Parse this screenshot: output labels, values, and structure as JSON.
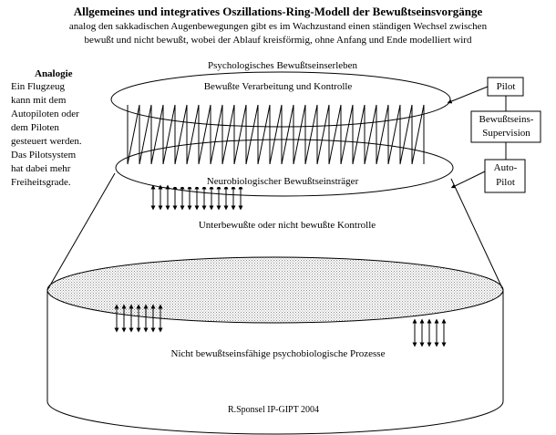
{
  "header": {
    "title": "Allgemeines und integratives Oszillations-Ring-Modell der Bewußtseinsvorgänge",
    "subtitle_line1": "analog den sakkadischen Augenbewegungen gibt es im Wachzustand einen ständigen Wechsel zwischen",
    "subtitle_line2": "bewußt und nicht bewußt, wobei der Ablauf kreisförmig, ohne Anfang und Ende modelliert wird"
  },
  "analogy": {
    "heading": "Analogie",
    "lines": [
      "Ein Flugzeug",
      "kann mit dem",
      "Autopiloten oder",
      "dem Piloten",
      "gesteuert werden.",
      "Das Pilotsystem",
      "hat dabei mehr",
      "Freiheitsgrade."
    ]
  },
  "diagram": {
    "top_caption": "Psychologisches Bewußtseinserleben",
    "ring_top_label": "Bewußte Verarbeitung und Kontrolle",
    "ring_middle_label": "Neurobiologischer Bewußtseinsträger",
    "mid_label": "Unterbewußte oder nicht bewußte Kontrolle",
    "bottom_label": "Nicht bewußtseinsfähige psychobiologische Prozesse",
    "credit": "R.Sponsel  IP-GIPT  2004"
  },
  "boxes": {
    "pilot": "Pilot",
    "supervision_line1": "Bewußtseins-",
    "supervision_line2": "Supervision",
    "autopilot_line1": "Auto-",
    "autopilot_line2": "Pilot"
  }
}
